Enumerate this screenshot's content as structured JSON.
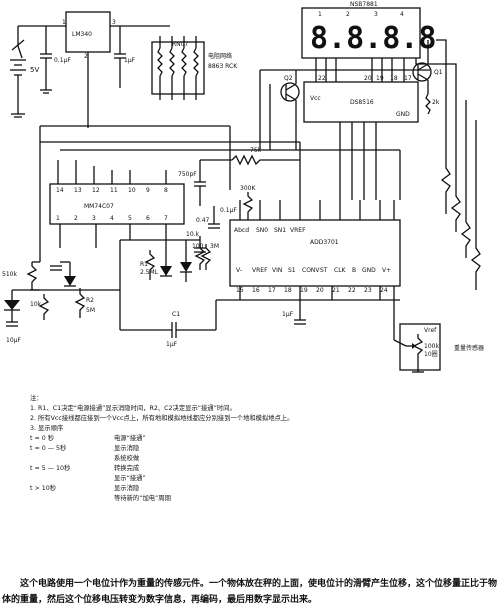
{
  "labels": {
    "battery": "5V",
    "cap_in": "0.1μF",
    "cap_out": "1μF",
    "regulator": "LM340",
    "resistor_net_title": "电阻网络",
    "resistor_net_part": "8863 RCK",
    "display": "NSB7881",
    "digit_pins": [
      "1",
      "2",
      "3",
      "4"
    ],
    "q1": "Q1",
    "q2": "Q2",
    "r_2k": "2k",
    "ds_chip": "DS8516",
    "vcc": "Vcc",
    "gnd": "GND",
    "mm_chip": "MM74C07",
    "r_75k": "75k",
    "c_750pf": "750pF",
    "r_300k": "300K",
    "c_01uf": "0.1μF",
    "c_047": "0.47",
    "c_10k": "10.k",
    "r_100": "100",
    "adc_chip": "ADD3701",
    "r_3m": "3M",
    "r1": "R1",
    "r1_value": "2.5ML",
    "r_510k": "510k",
    "r_10k": "10k",
    "c_10uf": "10μF",
    "r2": "R2",
    "r2_value": "5M",
    "c1": "C1",
    "c1_value": "1μF",
    "c_1uf_bottom": "1μF",
    "vref": "Vref",
    "pot": "100k",
    "pot_unit": "10圈",
    "sensor": "重量传感器",
    "adc_top_pins": [
      "Abcd",
      "SN0",
      "SN1",
      "VREF"
    ],
    "adc_bottom_pins": [
      "V-",
      "VREF",
      "VIN",
      "S1",
      "CONV",
      "ST",
      "CLK",
      "B",
      "GND",
      "V+"
    ]
  },
  "notes": {
    "heading": "注：",
    "items": [
      "1.   R1、C1决定“电源接通”显示消隐时间，R2、C2决定显示“接通”时间。",
      "2.   所有Vcc接线都应接到一个Vcc点上，所有地和模拟地线都应分别接到一个地和模拟地点上。",
      "3.   显示顺序"
    ],
    "sequence": [
      {
        "time": "t = 0 秒",
        "desc": "电源“接通”"
      },
      {
        "time": "t = 0 — 5秒",
        "desc": "显示消隐"
      },
      {
        "time": "",
        "desc": "系统校做"
      },
      {
        "time": "t = 5 — 10秒",
        "desc": "转换完成"
      },
      {
        "time": "",
        "desc": "显示“接通”"
      },
      {
        "time": "t > 10秒",
        "desc": "显示消隐"
      },
      {
        "time": "",
        "desc": "等待新的“加电”周期"
      }
    ]
  },
  "paragraph": "这个电路使用一个电位计作为重量的传感元件。一个物体放在秤的上面，使电位计的滑臂产生位移，这个位移量正比于物体的重量，然后这个位移电压转变为数字信息，再编码，最后用数字显示出来。"
}
